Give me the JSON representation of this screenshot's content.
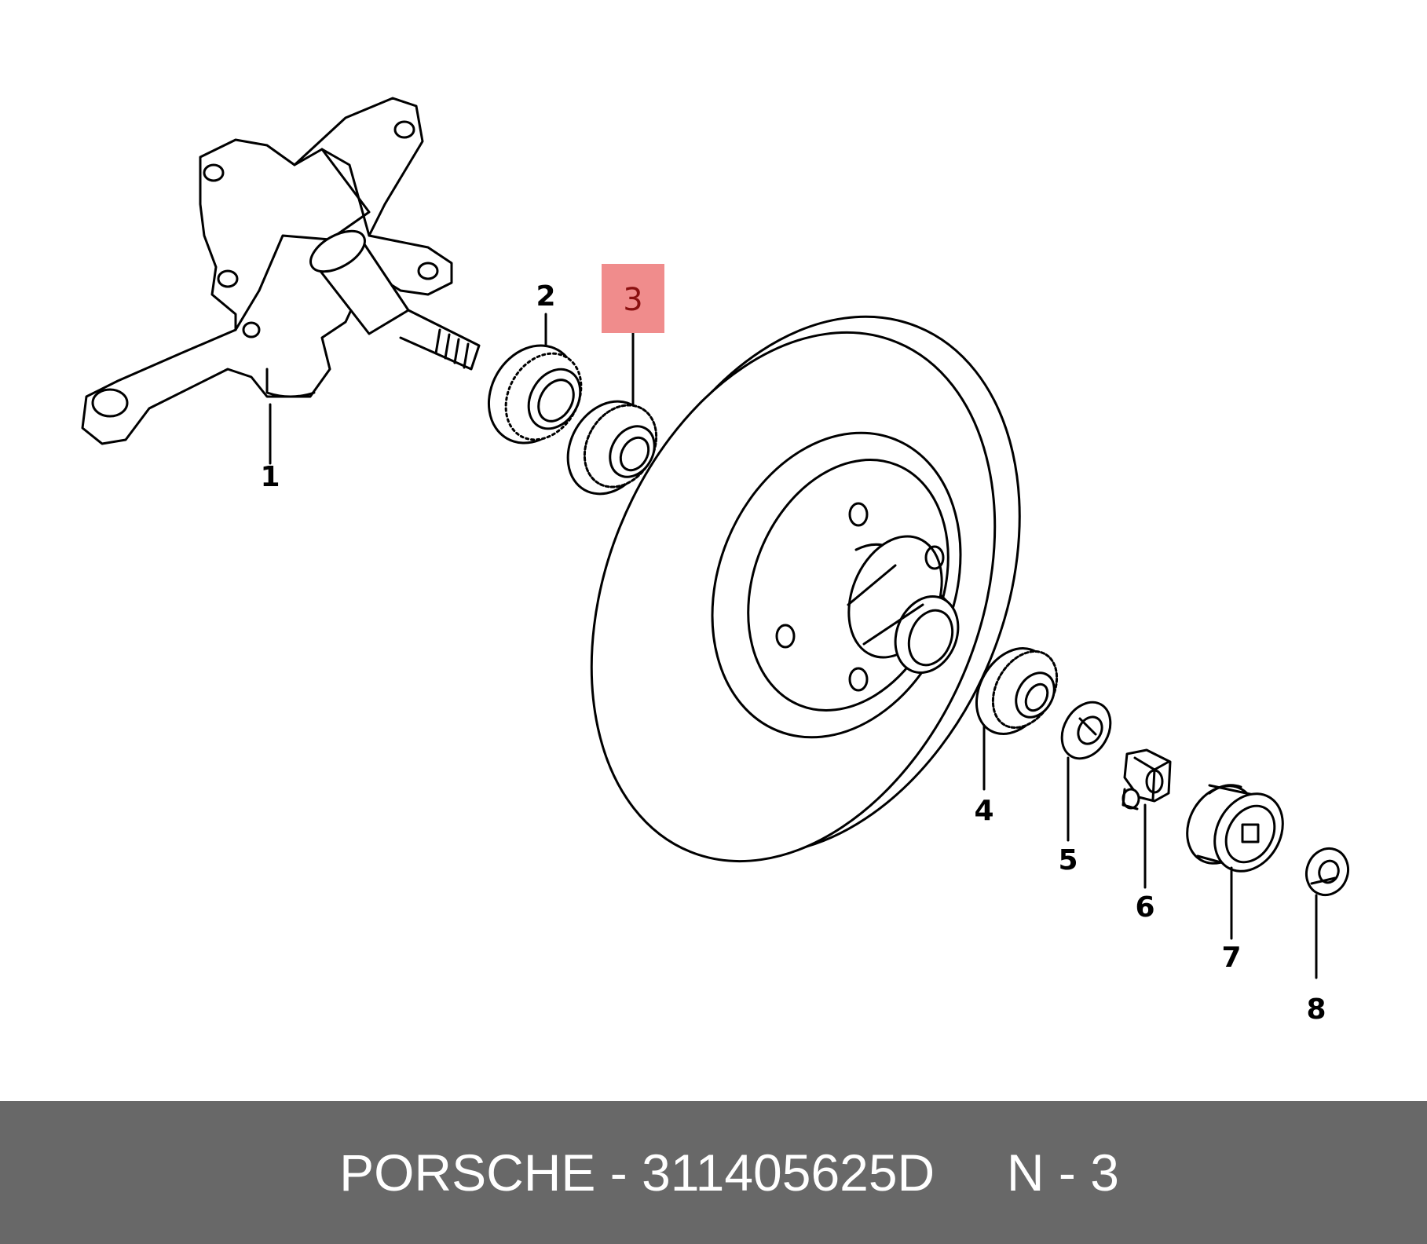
{
  "callouts": {
    "c1": "1",
    "c2": "2",
    "c3": "3",
    "c4": "4",
    "c5": "5",
    "c6": "6",
    "c7": "7",
    "c8": "8"
  },
  "highlight": {
    "label": "3",
    "color": "#f08c8c"
  },
  "footer": {
    "text": "PORSCHE - 311405625D     N - 3",
    "background": "#686868"
  }
}
